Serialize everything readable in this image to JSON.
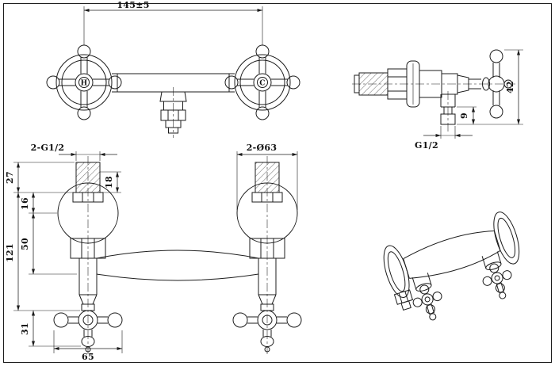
{
  "sheet": {
    "background": "#ffffff",
    "line_color": "#1c1c1c"
  },
  "front_view": {
    "dim_center_distance": "145±5",
    "hot_label": "H",
    "cold_label": "C"
  },
  "side_view": {
    "dim_body_height": "42",
    "dim_outlet_drop": "9",
    "outlet_thread": "G1/2"
  },
  "installation_view": {
    "inlet_thread_callout": "2-G1/2",
    "flange_diameter_callout": "2-Ø63",
    "dim_wall_thread": "27",
    "dim_thread_engagement": "18",
    "dim_flange_offset": "16",
    "dim_body_length": "50",
    "dim_overall_length": "121",
    "dim_handle_length": "31",
    "dim_handle_width": "65"
  }
}
